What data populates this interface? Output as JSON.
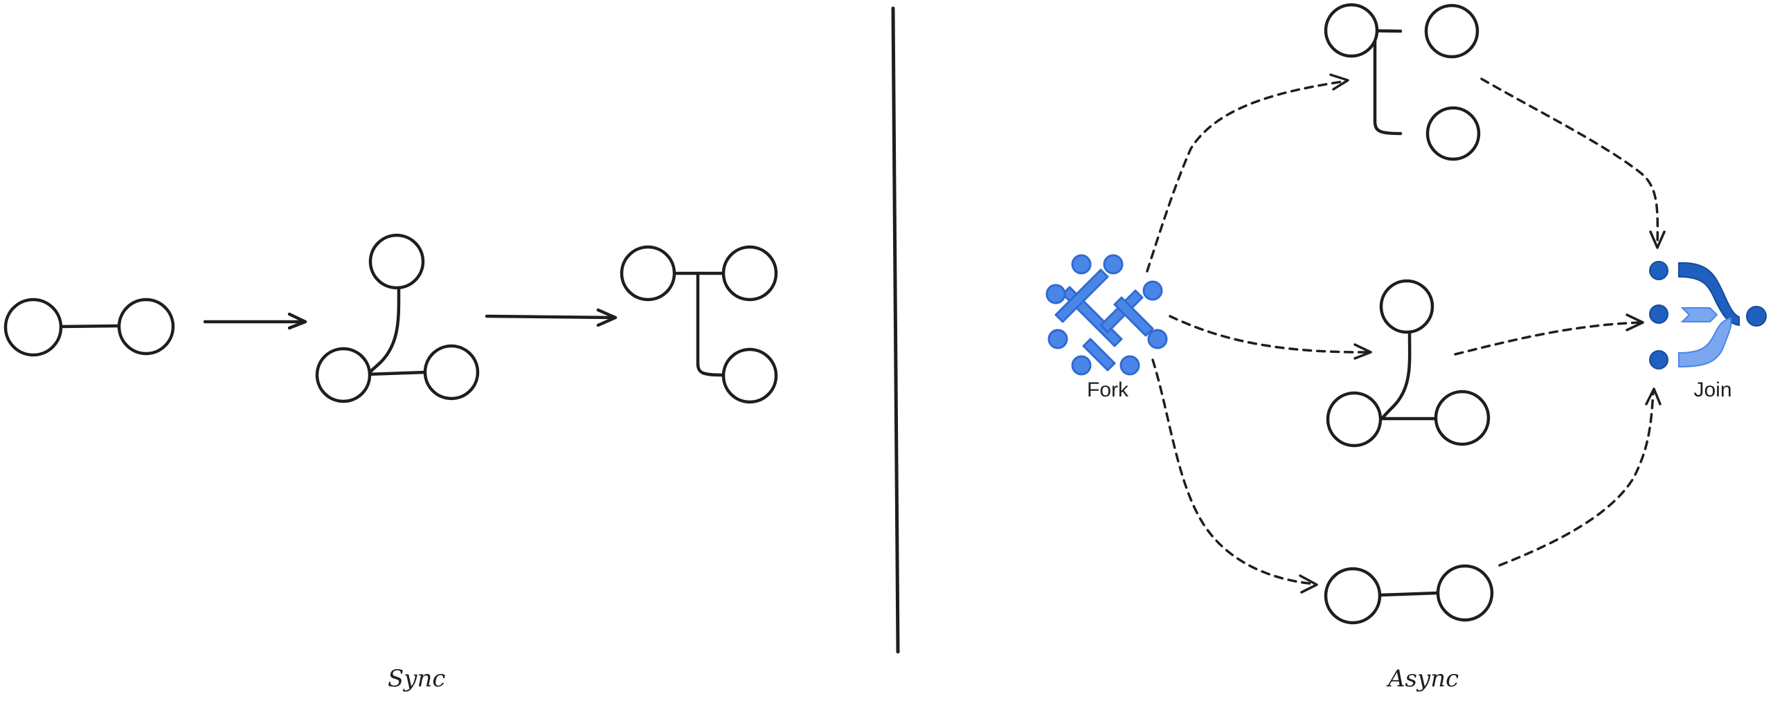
{
  "labels": {
    "sync": "Sync",
    "async": "Async",
    "fork": "Fork",
    "join": "Join"
  },
  "colors": {
    "ink": "#1e1e1e",
    "fork_blue": "#4a86e8",
    "fork_stroke": "#2f6bd0",
    "join_dark": "#1f5fbf",
    "join_light": "#7aa7ee"
  },
  "icons": {
    "fork": "fork-icon",
    "join": "join-icon"
  }
}
